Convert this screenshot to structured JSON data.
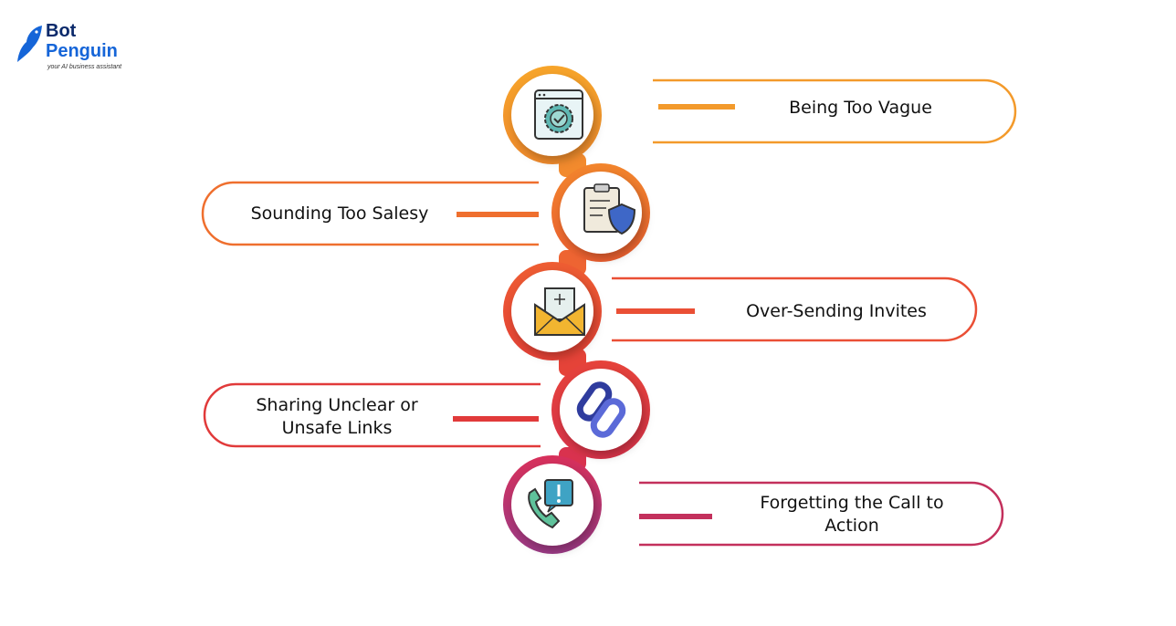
{
  "brand": {
    "name_line1": "Bot",
    "name_line2": "Penguin",
    "tagline": "your AI business assistant"
  },
  "steps": [
    {
      "label_lines": [
        "Being Too Vague"
      ],
      "icon": "badge-window-icon",
      "color": "#f39a2b"
    },
    {
      "label_lines": [
        "Sounding Too Salesy"
      ],
      "icon": "clipboard-shield-icon",
      "color": "#ef6f2e"
    },
    {
      "label_lines": [
        "Over-Sending Invites"
      ],
      "icon": "envelope-letter-icon",
      "color": "#ea4f35"
    },
    {
      "label_lines": [
        "Sharing Unclear or",
        "Unsafe Links"
      ],
      "icon": "chain-link-icon",
      "color": "#e13a3a"
    },
    {
      "label_lines": [
        "Forgetting the Call to",
        "Action"
      ],
      "icon": "phone-alert-icon",
      "color": "#c3305c"
    }
  ]
}
